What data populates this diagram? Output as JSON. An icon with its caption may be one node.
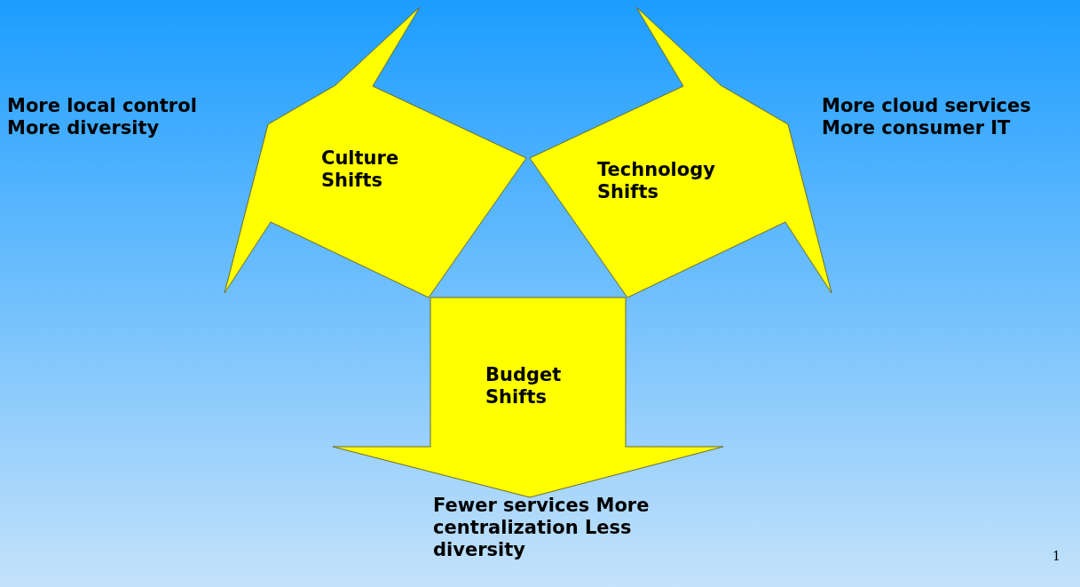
{
  "diagram": {
    "nodes": [
      {
        "text": [
          "Culture Shifts"
        ],
        "beside": [
          "More local control More diversity"
        ]
      },
      {
        "text": [
          "Technology Shifts"
        ],
        "beside": [
          "More cloud services More consumer IT"
        ]
      },
      {
        "text": [
          "Budget Shifts"
        ],
        "beside": [
          "Fewer services More centralization Less diversity"
        ]
      }
    ],
    "labels": [
      "1"
    ]
  }
}
